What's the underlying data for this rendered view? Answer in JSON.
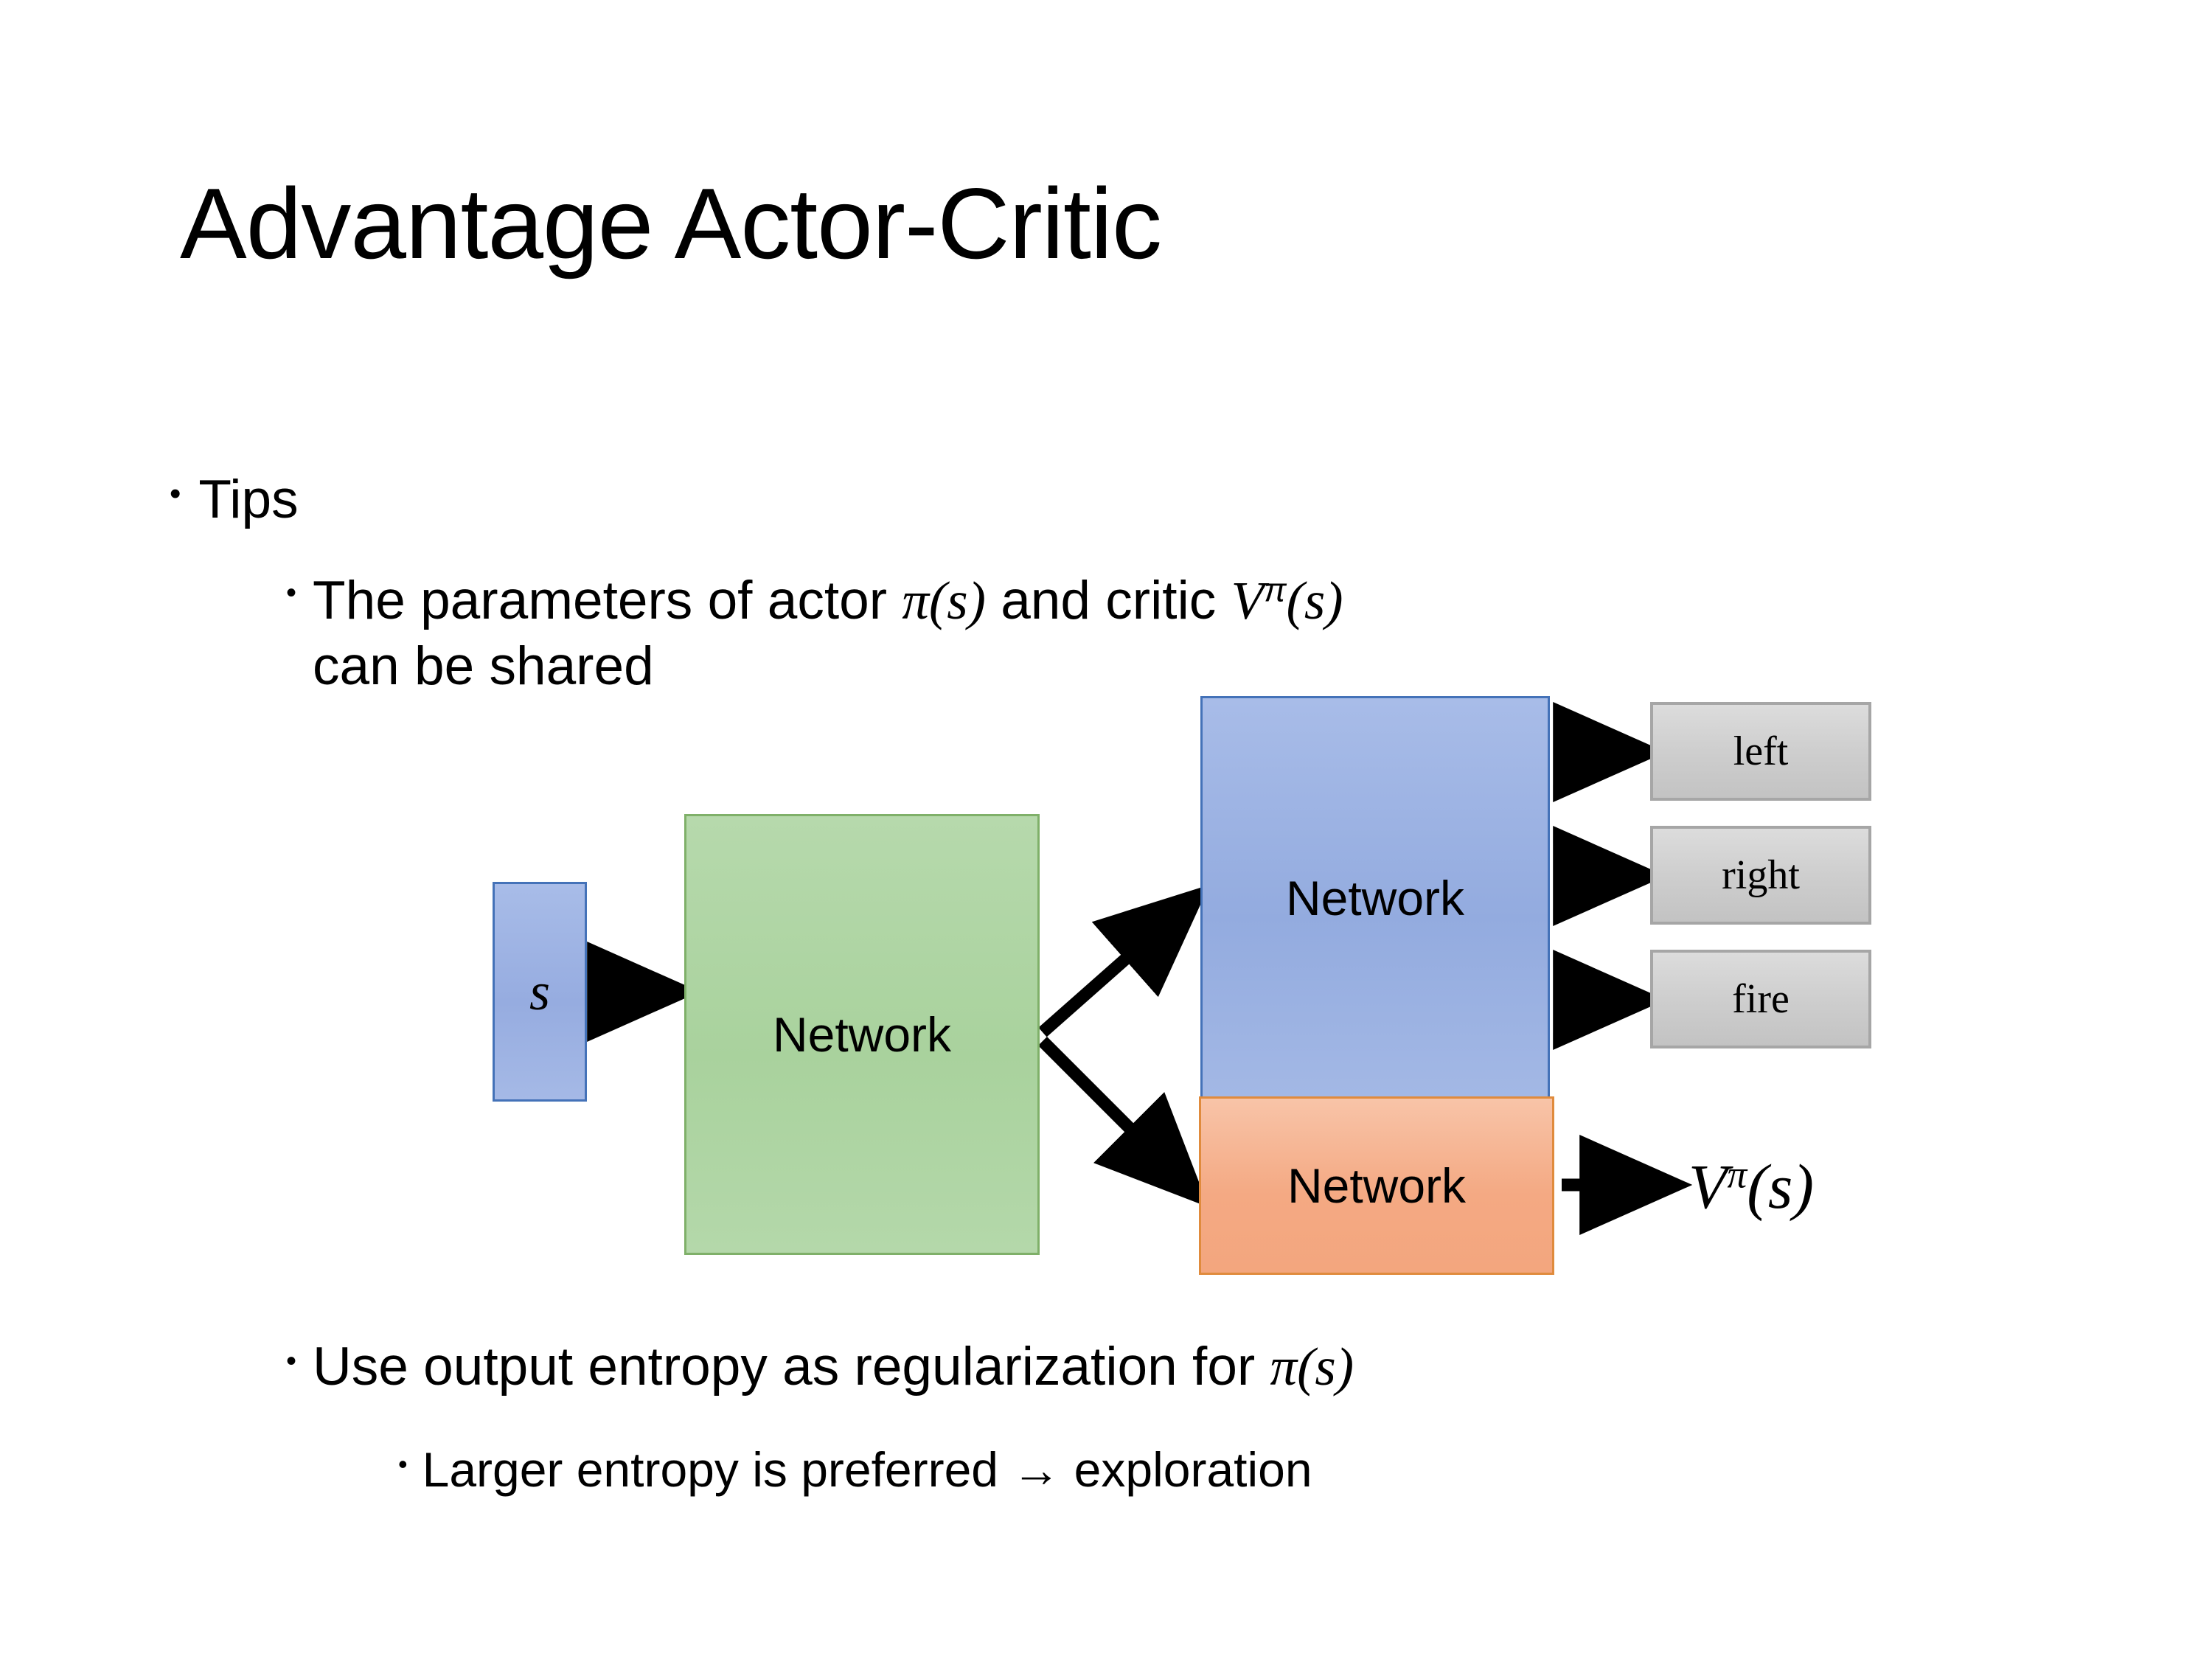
{
  "slide": {
    "title": "Advantage Actor-Critic",
    "background_color": "#ffffff",
    "text_color": "#000000"
  },
  "bullets": {
    "tips": {
      "marker": "•",
      "label": "Tips"
    },
    "parameters": {
      "marker": "•",
      "text_before_pi": "The parameters of actor ",
      "pi_of_s": "π(s)",
      "text_middle": "  and critic ",
      "v_symbol": "V",
      "v_superscript": "π",
      "v_arg": "(s)",
      "text_line2": "can be shared"
    },
    "entropy": {
      "marker": "•",
      "text": "Use output entropy as regularization for ",
      "pi_of_s": "π(s)"
    },
    "larger_entropy": {
      "marker": "•",
      "text": "Larger entropy is preferred → exploration"
    }
  },
  "diagram": {
    "state_box": {
      "label": "s",
      "fill": "#9bafe3",
      "border": "#4472b8"
    },
    "shared_network": {
      "label": "Network",
      "fill": "#aed6a3",
      "border": "#7fb069"
    },
    "actor_network": {
      "label": "Network",
      "fill": "#96ade0",
      "border": "#4472b8"
    },
    "critic_network": {
      "label": "Network",
      "fill": "#f4a983",
      "border": "#e08b3d"
    },
    "action_outputs": [
      {
        "label": "left",
        "fill": "#cecece",
        "border": "#a6a6a6"
      },
      {
        "label": "right",
        "fill": "#cecece",
        "border": "#a6a6a6"
      },
      {
        "label": "fire",
        "fill": "#cecece",
        "border": "#a6a6a6"
      }
    ],
    "value_output": {
      "symbol": "V",
      "superscript": "π",
      "arg": "(s)"
    },
    "arrows": [
      {
        "name": "state-to-shared",
        "from": "state_box",
        "to": "shared_network"
      },
      {
        "name": "shared-to-actor",
        "from": "shared_network",
        "to": "actor_network"
      },
      {
        "name": "shared-to-critic",
        "from": "shared_network",
        "to": "critic_network"
      },
      {
        "name": "actor-to-left",
        "from": "actor_network",
        "to": "left"
      },
      {
        "name": "actor-to-right",
        "from": "actor_network",
        "to": "right"
      },
      {
        "name": "actor-to-fire",
        "from": "actor_network",
        "to": "fire"
      },
      {
        "name": "critic-to-value",
        "from": "critic_network",
        "to": "value_output"
      }
    ]
  }
}
